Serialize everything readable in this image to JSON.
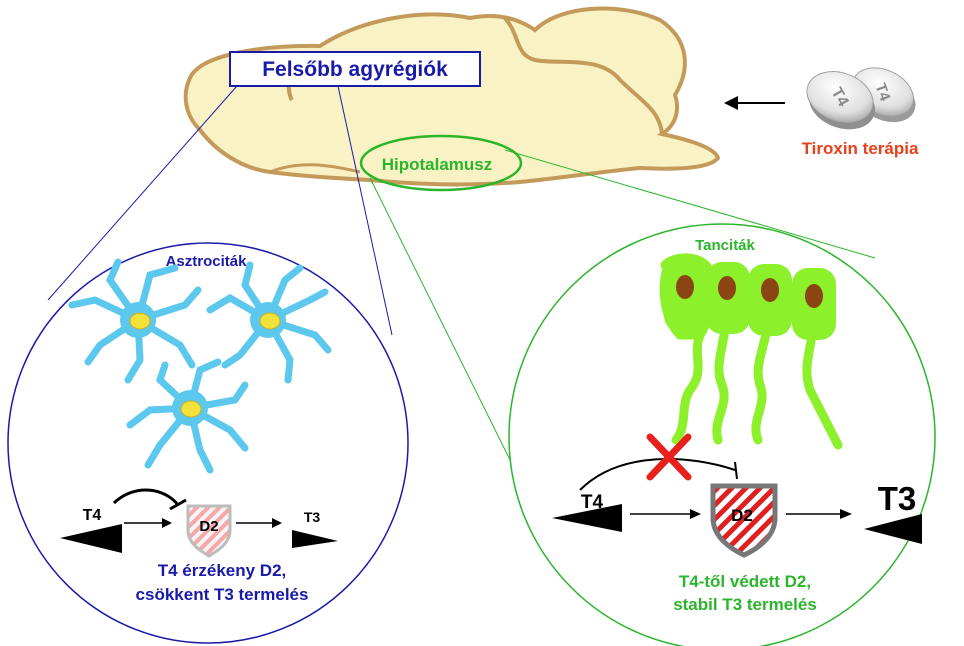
{
  "brain": {
    "upper_regions_label": "Felsőbb agyrégiók",
    "hypothalamus_label": "Hipotalamusz"
  },
  "therapy": {
    "label": "Tiroxin terápia",
    "pill_text_1": "T4",
    "pill_text_2": "T4"
  },
  "astrocytes": {
    "title": "Asztrociták",
    "t4": "T4",
    "d2": "D2",
    "t3": "T3",
    "caption_line1": "T4 érzékeny D2,",
    "caption_line2": "csökkent T3 termelés"
  },
  "tanycytes": {
    "title": "Tanciták",
    "t4": "T4",
    "d2": "D2",
    "t3": "T3",
    "caption_line1": "T4-től védett D2,",
    "caption_line2": "stabil T3 termelés"
  },
  "colors": {
    "brain_fill": "#f9f2c4",
    "brain_outline": "#c49a5a",
    "blue": "#1a1aa8",
    "green": "#2bb52b",
    "astrocyte": "#5cc8ee",
    "nucleus": "#f2e23a",
    "tanycyte": "#8cf02a",
    "tanycyte_nucleus": "#8b4513",
    "therapy_red": "#e8401c",
    "cross_red": "#e8201c"
  }
}
